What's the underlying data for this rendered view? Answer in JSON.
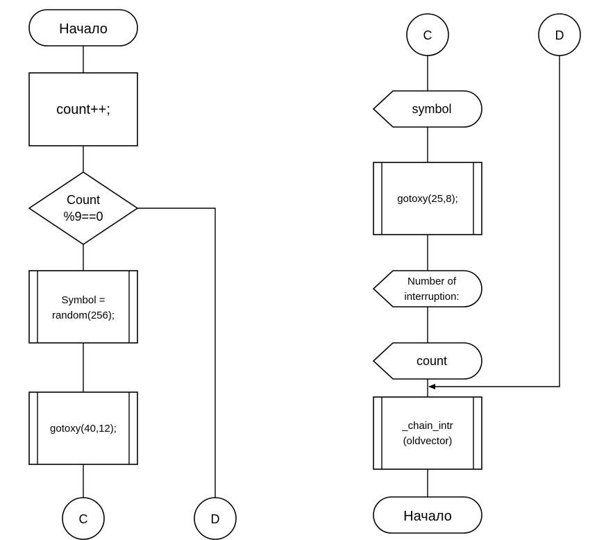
{
  "left_flow": {
    "start_label": "Начало",
    "increment_label": "count++;",
    "decision_label": [
      "Count",
      "%9==0"
    ],
    "symbol_call_label": [
      "Symbol =",
      "random(256);"
    ],
    "gotoxy_label": "gotoxy(40,12);",
    "connector_c_label": "C",
    "connector_d_label": "D"
  },
  "right_flow": {
    "connector_c_label": "C",
    "connector_d_label": "D",
    "symbol_display_label": "symbol",
    "gotoxy_label": "gotoxy(25,8);",
    "interruption_display_label": [
      "Number of",
      "interruption:"
    ],
    "count_display_label": "count",
    "chain_intr_label": [
      "_chain_intr",
      "(oldvector)"
    ],
    "end_label": "Начало"
  }
}
